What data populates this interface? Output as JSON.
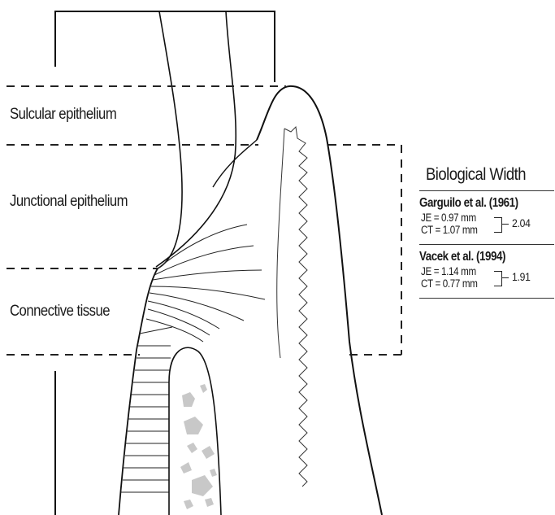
{
  "zones": {
    "sulcular": "Sulcular epithelium",
    "junctional": "Junctional epithelium",
    "connective": "Connective tissue"
  },
  "panel": {
    "title": "Biological Width",
    "studies": [
      {
        "title": "Garguilo et al. (1961)",
        "je": "JE = 0.97 mm",
        "ct": "CT = 1.07 mm",
        "total": "2.04"
      },
      {
        "title": "Vacek et al. (1994)",
        "je": "JE = 1.14 mm",
        "ct": "CT = 0.77 mm",
        "total": "1.91"
      }
    ]
  },
  "colors": {
    "line": "#111111",
    "bone_marrow": "#c8c8c8",
    "dash": "#222222"
  }
}
